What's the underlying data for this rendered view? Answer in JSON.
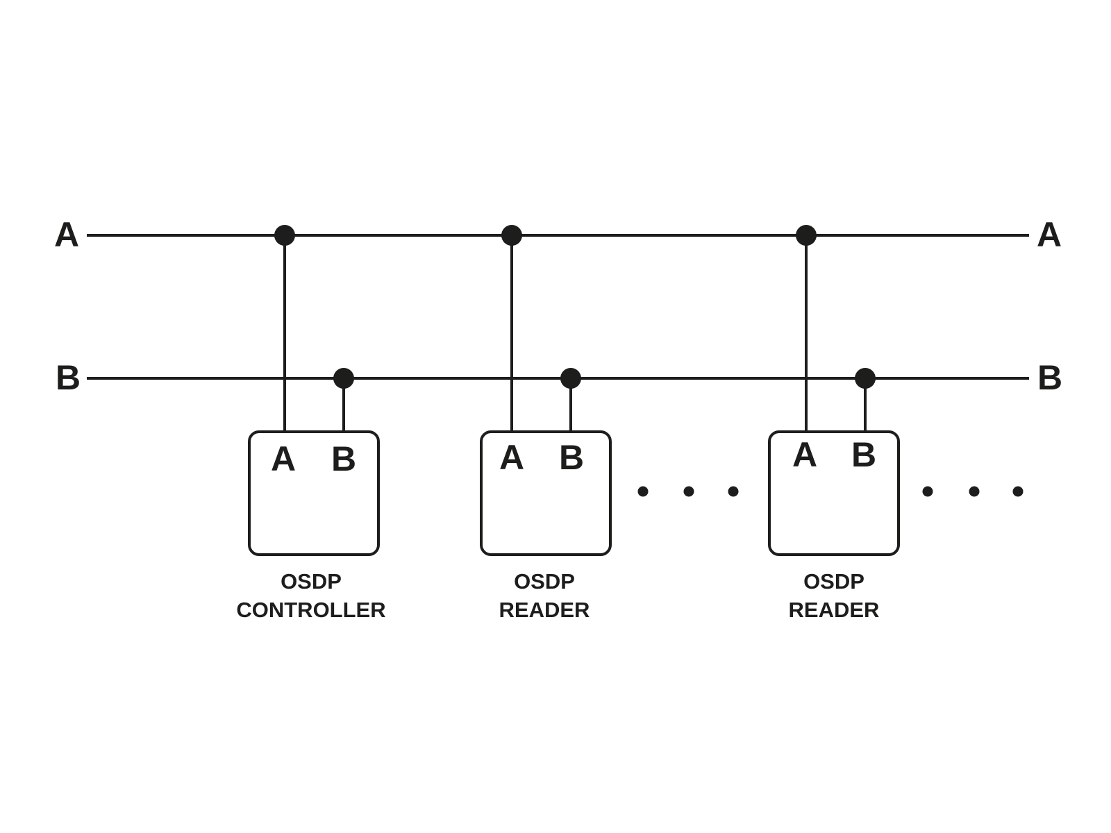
{
  "colors": {
    "ink": "#1d1d1b",
    "background": "#ffffff"
  },
  "bus": {
    "a_left_label": "A",
    "a_right_label": "A",
    "b_left_label": "B",
    "b_right_label": "B"
  },
  "devices": [
    {
      "pin_a": "A",
      "pin_b": "B",
      "name_line1": "OSDP",
      "name_line2": "CONTROLLER"
    },
    {
      "pin_a": "A",
      "pin_b": "B",
      "name_line1": "OSDP",
      "name_line2": "READER"
    },
    {
      "pin_a": "A",
      "pin_b": "B",
      "name_line1": "OSDP",
      "name_line2": "READER"
    }
  ]
}
